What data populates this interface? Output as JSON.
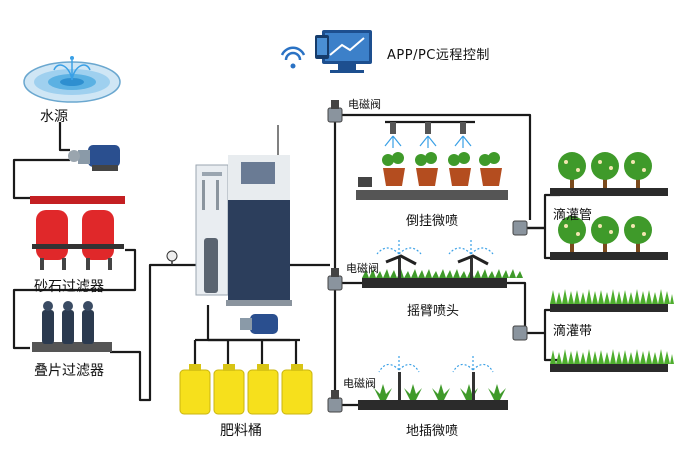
{
  "remote_control": {
    "label": "APP/PC远程控制",
    "icon": "monitor-wifi-icon"
  },
  "sources": {
    "water": "水源",
    "sand_filter": "砂石过滤器",
    "disc_filter": "叠片过滤器",
    "fertilizer_bucket": "肥料桶"
  },
  "valves": {
    "top": "电磁阀",
    "middle": "电磁阀",
    "bottom": "电磁阀"
  },
  "outputs": {
    "hanging": "倒挂微喷",
    "rocker": "摇臂喷头",
    "ground": "地插微喷",
    "drip_pipe": "滴灌管",
    "drip_tape": "滴灌带"
  },
  "colors": {
    "pipe": "#1a1a1a",
    "spray": "#3aa0e6",
    "filter_red": "#e0282a",
    "bucket_yellow": "#f6e01c",
    "cabinet": "#2c3e5c",
    "plant_green": "#3f9a2a",
    "pot": "#b44d1f"
  }
}
